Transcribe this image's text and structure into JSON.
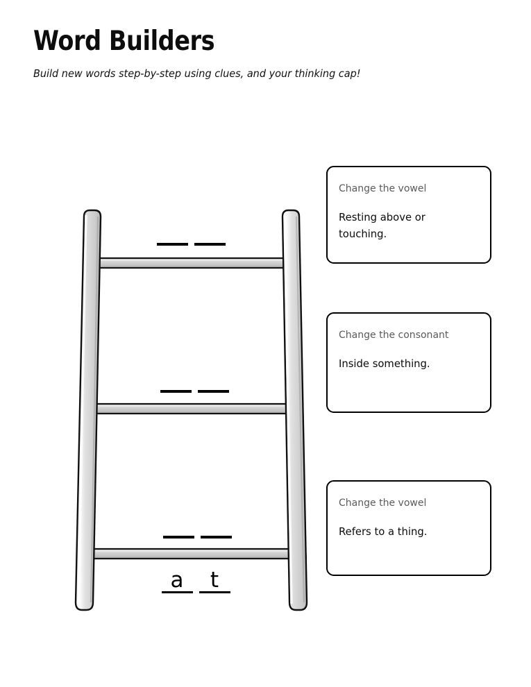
{
  "header": {
    "title": "Word Builders",
    "subtitle": "Build new words step-by-step using clues, and your thinking cap!"
  },
  "ladder": {
    "icon_name": "ladder-graphic",
    "rail_color": "#d4d4d4",
    "rail_highlight_color": "#f2f2f2",
    "rail_shadow_color": "#9e9e9e",
    "outline_color": "#111111",
    "rung_count": 3,
    "steps": [
      {
        "step": 1,
        "position": "top",
        "letters": [
          "",
          ""
        ],
        "filled": false
      },
      {
        "step": 2,
        "position": "middle",
        "letters": [
          "",
          ""
        ],
        "filled": false
      },
      {
        "step": 3,
        "position": "bottom",
        "letters": [
          "",
          ""
        ],
        "filled": false
      }
    ],
    "start_word": {
      "label": "at",
      "letters": [
        "a",
        "t"
      ],
      "filled": true
    }
  },
  "clues": [
    {
      "instruction": "Change the vowel",
      "text": "Resting above or touching."
    },
    {
      "instruction": "Change the consonant",
      "text": "Inside something."
    },
    {
      "instruction": "Change the vowel",
      "text": "Refers to a thing."
    }
  ]
}
